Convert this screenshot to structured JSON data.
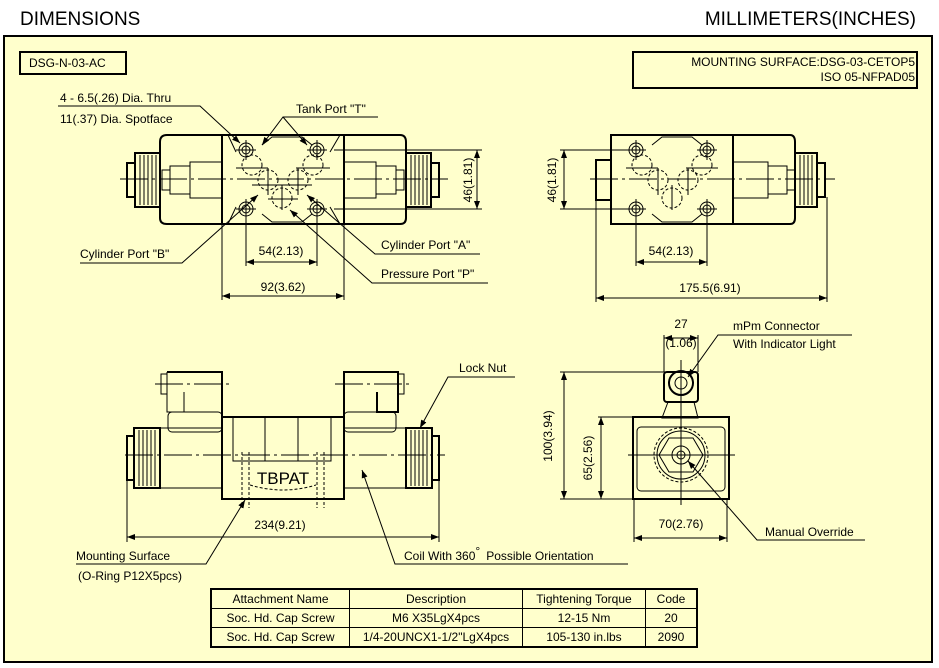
{
  "header": {
    "title": "DIMENSIONS",
    "units": "MILLIMETERS(INCHES)"
  },
  "model_code": "DSG-N-03-AC",
  "mounting_surface": {
    "line1": "MOUNTING SURFACE:DSG-03-CETOP5",
    "line2": "ISO 05-NFPAD05"
  },
  "colors": {
    "background": "#ffffcc",
    "lines": "#000000"
  },
  "top_view": {
    "hole_label_1": "4 - 6.5(.26) Dia. Thru",
    "hole_label_2": "11(.37) Dia. Spotface",
    "tank_port": "Tank Port \"T\"",
    "cylinder_port_b": "Cylinder Port \"B\"",
    "cylinder_port_a": "Cylinder Port \"A\"",
    "pressure_port": "Pressure Port \"P\"",
    "dim_hole_spacing": "54(2.13)",
    "dim_body_width": "92(3.62)",
    "dim_height": "46(1.81)"
  },
  "single_view": {
    "dim_height": "46(1.81)",
    "dim_hole_spacing": "54(2.13)",
    "dim_total_length": "175.5(6.91)"
  },
  "front_view": {
    "lock_nut": "Lock Nut",
    "port_letters": "TBPAT",
    "dim_total_length": "234(9.21)",
    "mounting_surface_1": "Mounting Surface",
    "mounting_surface_2": "(O-Ring P12X5pcs)",
    "coil_label": "Coil With 360",
    "coil_degree": "°",
    "coil_label_2": "Possible Orientation"
  },
  "end_view": {
    "dim_connector_mm": "27",
    "dim_connector_in": "(1.06)",
    "connector_label_1": "mPm Connector",
    "connector_label_2": "With Indicator Light",
    "dim_total_height": "100(3.94)",
    "dim_body_height": "65(2.56)",
    "dim_width": "70(2.76)",
    "manual_override": "Manual Override"
  },
  "attachment_table": {
    "headers": [
      "Attachment Name",
      "Description",
      "Tightening Torque",
      "Code"
    ],
    "rows": [
      [
        "Soc. Hd. Cap Screw",
        "M6 X35LgX4pcs",
        "12-15 Nm",
        "20"
      ],
      [
        "Soc. Hd. Cap Screw",
        "1/4-20UNCX1-1/2\"LgX4pcs",
        "105-130 in.lbs",
        "2090"
      ]
    ]
  }
}
